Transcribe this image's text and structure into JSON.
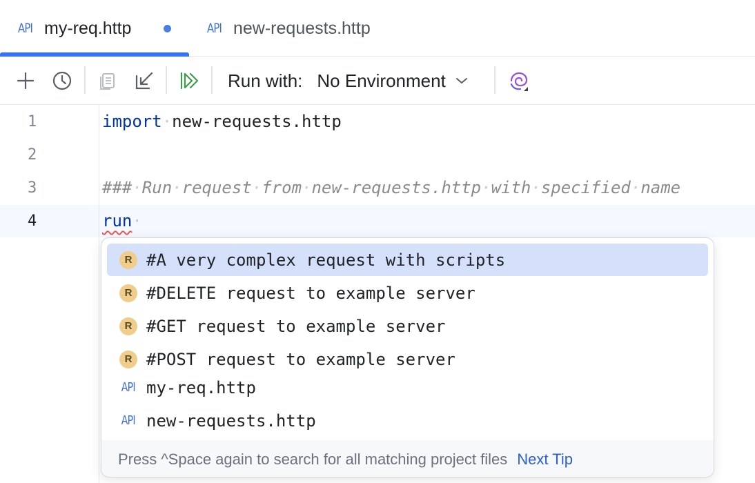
{
  "tabs": [
    {
      "icon": "API",
      "label": "my-req.http",
      "modified": true,
      "active": true
    },
    {
      "icon": "API",
      "label": "new-requests.http",
      "modified": false,
      "active": false
    }
  ],
  "toolbar": {
    "run_with_label": "Run with:",
    "environment": "No Environment"
  },
  "editor": {
    "line_numbers": [
      "1",
      "2",
      "3",
      "4"
    ],
    "line1": {
      "keyword": "import",
      "rest": "new-requests.http"
    },
    "line3": {
      "comment": "### Run request from new-requests.http with specified name"
    },
    "line4": {
      "keyword": "run"
    }
  },
  "completion": {
    "items": [
      {
        "icon": "R",
        "text": "#A very complex request with scripts",
        "selected": true
      },
      {
        "icon": "R",
        "text": "#DELETE request to example server",
        "selected": false
      },
      {
        "icon": "R",
        "text": "#GET request to example server",
        "selected": false
      },
      {
        "icon": "R",
        "text": "#POST request to example server",
        "selected": false
      },
      {
        "icon": "API",
        "text": "my-req.http",
        "selected": false
      },
      {
        "icon": "API",
        "text": "new-requests.http",
        "selected": false
      }
    ],
    "footer_hint": "Press ^Space again to search for all matching project files",
    "footer_link": "Next Tip"
  },
  "colors": {
    "accent": "#3574f0",
    "selection": "#d5e1fb",
    "keyword": "#0033b3",
    "comment": "#8c8c8c",
    "request_badge": "#f0cd8a",
    "run_green": "#3e9a4c"
  }
}
